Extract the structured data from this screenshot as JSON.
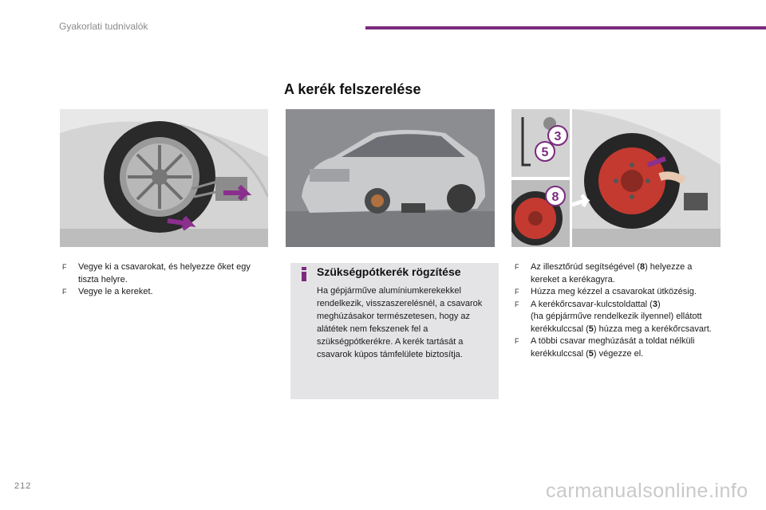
{
  "header": {
    "title": "Gyakorlati tudnivalók",
    "accent_color": "#7b2a7d"
  },
  "section_title": "A kerék felszerelése",
  "left_list": [
    {
      "marker": "F",
      "text": "Vegye ki a csavarokat, és helyezze őket egy tiszta helyre."
    },
    {
      "marker": "F",
      "text": "Vegye le a kereket."
    }
  ],
  "info_box": {
    "icon": "info-icon",
    "title": "Szükségpótkerék rögzítése",
    "text": "Ha gépjárműve alumíniumkerekekkel rendelkezik, visszaszerelésnél, a csavarok meghúzásakor természetesen, hogy az alátétek nem fekszenek fel a szükségpótkerékre. A kerék tartását a csavarok kúpos támfelülete biztosítja."
  },
  "right_list": [
    {
      "marker": "F",
      "parts": [
        "Az illesztőrúd segítségével (",
        "8",
        ") helyezze a kereket a kerékagyra."
      ]
    },
    {
      "marker": "F",
      "parts": [
        "Húzza meg kézzel a csavarokat ütközésig.",
        "",
        ""
      ]
    },
    {
      "marker": "F",
      "parts": [
        "A kerékőrcsavar-kulcstoldattal (",
        "3",
        ")"
      ]
    },
    {
      "marker": "",
      "parts": [
        "(ha gépjárműve rendelkezik ilyennel) ellátott kerékkulccsal (",
        "5",
        ") húzza meg a kerékőrcsavart."
      ]
    },
    {
      "marker": "F",
      "parts": [
        "A többi csavar meghúzását a toldat nélküli kerékkulccsal (",
        "5",
        ") végezze el."
      ]
    }
  ],
  "photos": {
    "callouts": [
      "3",
      "5",
      "8"
    ]
  },
  "page_number": "212",
  "watermark": "carmanualsonline.info"
}
